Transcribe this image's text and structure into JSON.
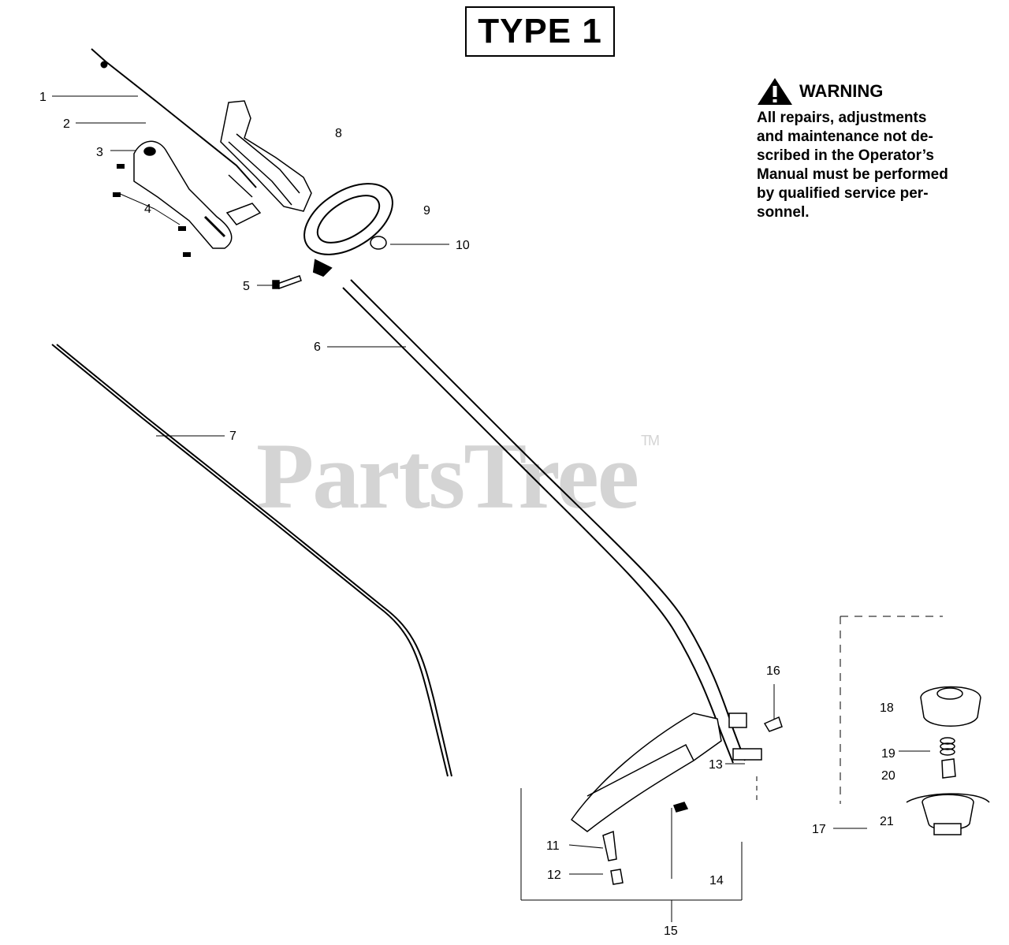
{
  "title": "TYPE 1",
  "warning": {
    "icon": "warning-triangle-icon",
    "heading": "WARNING",
    "lines": [
      "All repairs, adjustments",
      "and maintenance not de-",
      "scribed in the Operator’s",
      "Manual must be performed",
      "by qualified  service per-",
      "sonnel."
    ]
  },
  "watermark": {
    "text": "PartsTree",
    "mark": "TM"
  },
  "callouts": [
    "1",
    "2",
    "3",
    "4",
    "5",
    "6",
    "7",
    "8",
    "9",
    "10",
    "11",
    "12",
    "13",
    "14",
    "15",
    "16",
    "17",
    "18",
    "19",
    "20",
    "21"
  ]
}
